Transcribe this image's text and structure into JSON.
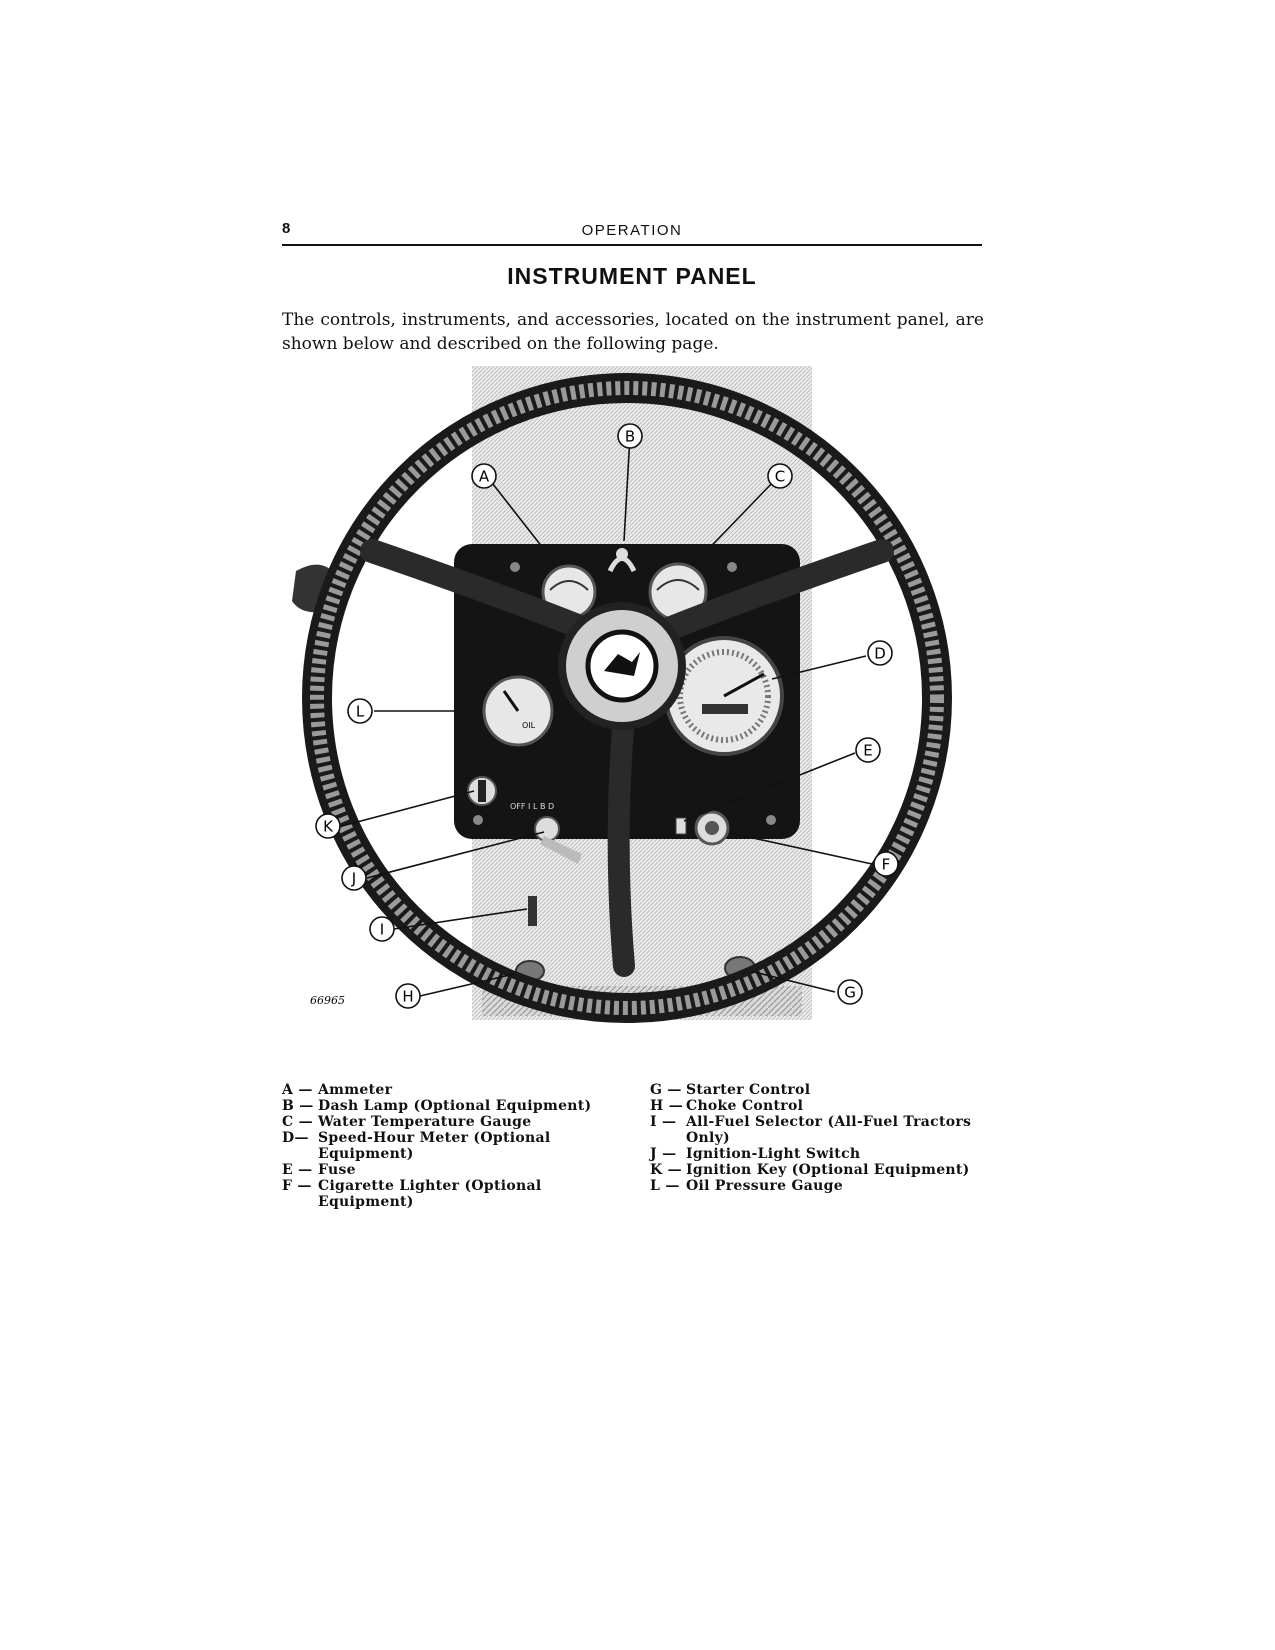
{
  "header": {
    "page_number": "8",
    "section": "OPERATION"
  },
  "title": "INSTRUMENT PANEL",
  "intro": "The controls, instruments, and accessories, located on the instrument panel, are shown below and described on the following page.",
  "figure": {
    "number": "66965",
    "callouts": [
      "A",
      "B",
      "C",
      "D",
      "E",
      "F",
      "G",
      "H",
      "I",
      "J",
      "K",
      "L"
    ],
    "gauge_marks": {
      "oil": "OIL",
      "ignition_positions": "OFF I L B D"
    }
  },
  "legend_left": [
    {
      "code": "A —",
      "label": "Ammeter"
    },
    {
      "code": "B —",
      "label": "Dash Lamp (Optional Equipment)"
    },
    {
      "code": "C —",
      "label": "Water Temperature Gauge"
    },
    {
      "code": "D—",
      "label": "Speed-Hour Meter (Optional Equipment)"
    },
    {
      "code": "E —",
      "label": "Fuse"
    },
    {
      "code": "F —",
      "label": "Cigarette Lighter (Optional Equipment)"
    }
  ],
  "legend_right": [
    {
      "code": "G —",
      "label": "Starter Control"
    },
    {
      "code": "H —",
      "label": "Choke Control"
    },
    {
      "code": "I —",
      "label": "All-Fuel Selector (All-Fuel Tractors Only)"
    },
    {
      "code": "J —",
      "label": "Ignition-Light Switch"
    },
    {
      "code": "K —",
      "label": "Ignition Key (Optional Equipment)"
    },
    {
      "code": "L —",
      "label": "Oil Pressure Gauge"
    }
  ]
}
